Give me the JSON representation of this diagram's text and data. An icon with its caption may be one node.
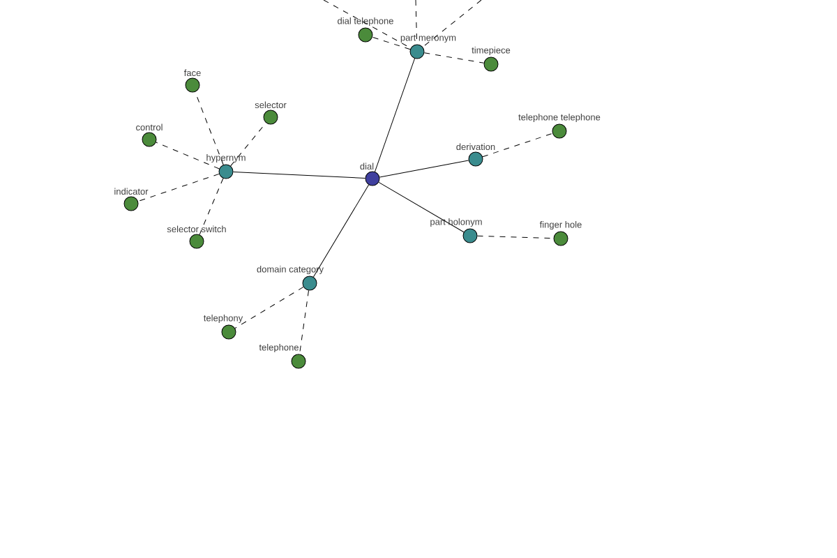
{
  "diagram": {
    "nodes": [
      {
        "text": [
          "dial telephone"
        ]
      },
      {
        "text": [
          "part meronym"
        ]
      },
      {
        "text": [
          "timepiece"
        ]
      },
      {
        "text": [
          "face"
        ]
      },
      {
        "text": [
          "selector"
        ]
      },
      {
        "text": [
          "telephone telephone"
        ]
      },
      {
        "text": [
          "control"
        ]
      },
      {
        "text": [
          "derivation"
        ]
      },
      {
        "text": [
          "hypernym"
        ]
      },
      {
        "text": [
          "dial"
        ]
      },
      {
        "text": [
          "indicator"
        ]
      },
      {
        "text": [
          "part holonym"
        ]
      },
      {
        "text": [
          "finger hole"
        ]
      },
      {
        "text": [
          "selector switch"
        ]
      },
      {
        "text": [
          "domain category"
        ]
      },
      {
        "text": [
          "telephony"
        ]
      },
      {
        "text": [
          "telephone"
        ]
      }
    ],
    "edges": [
      {
        "from": 9,
        "to": 8,
        "arrow": "none"
      },
      {
        "from": 9,
        "to": 1,
        "arrow": "none"
      },
      {
        "from": 9,
        "to": 7,
        "arrow": "none"
      },
      {
        "from": 9,
        "to": 11,
        "arrow": "none"
      },
      {
        "from": 9,
        "to": 14,
        "arrow": "none"
      },
      {
        "from": 8,
        "to": 3,
        "arrow": "none",
        "style": "dashed"
      },
      {
        "from": 8,
        "to": 4,
        "arrow": "none",
        "style": "dashed"
      },
      {
        "from": 8,
        "to": 6,
        "arrow": "none",
        "style": "dashed"
      },
      {
        "from": 8,
        "to": 10,
        "arrow": "none",
        "style": "dashed"
      },
      {
        "from": 8,
        "to": 13,
        "arrow": "none",
        "style": "dashed"
      },
      {
        "from": 1,
        "to": 0,
        "arrow": "none",
        "style": "dashed"
      },
      {
        "from": 1,
        "to": 2,
        "arrow": "none",
        "style": "dashed"
      },
      {
        "from": null,
        "to": 1,
        "arrow": "none",
        "style": "dashed"
      },
      {
        "from": null,
        "to": 1,
        "arrow": "none",
        "style": "dashed"
      },
      {
        "from": null,
        "to": 1,
        "arrow": "none",
        "style": "dashed"
      },
      {
        "from": 7,
        "to": 5,
        "arrow": "none",
        "style": "dashed"
      },
      {
        "from": 11,
        "to": 12,
        "arrow": "none",
        "style": "dashed"
      },
      {
        "from": 14,
        "to": 15,
        "arrow": "none",
        "style": "dashed"
      },
      {
        "from": 14,
        "to": 16,
        "arrow": "none",
        "style": "dashed"
      }
    ]
  }
}
